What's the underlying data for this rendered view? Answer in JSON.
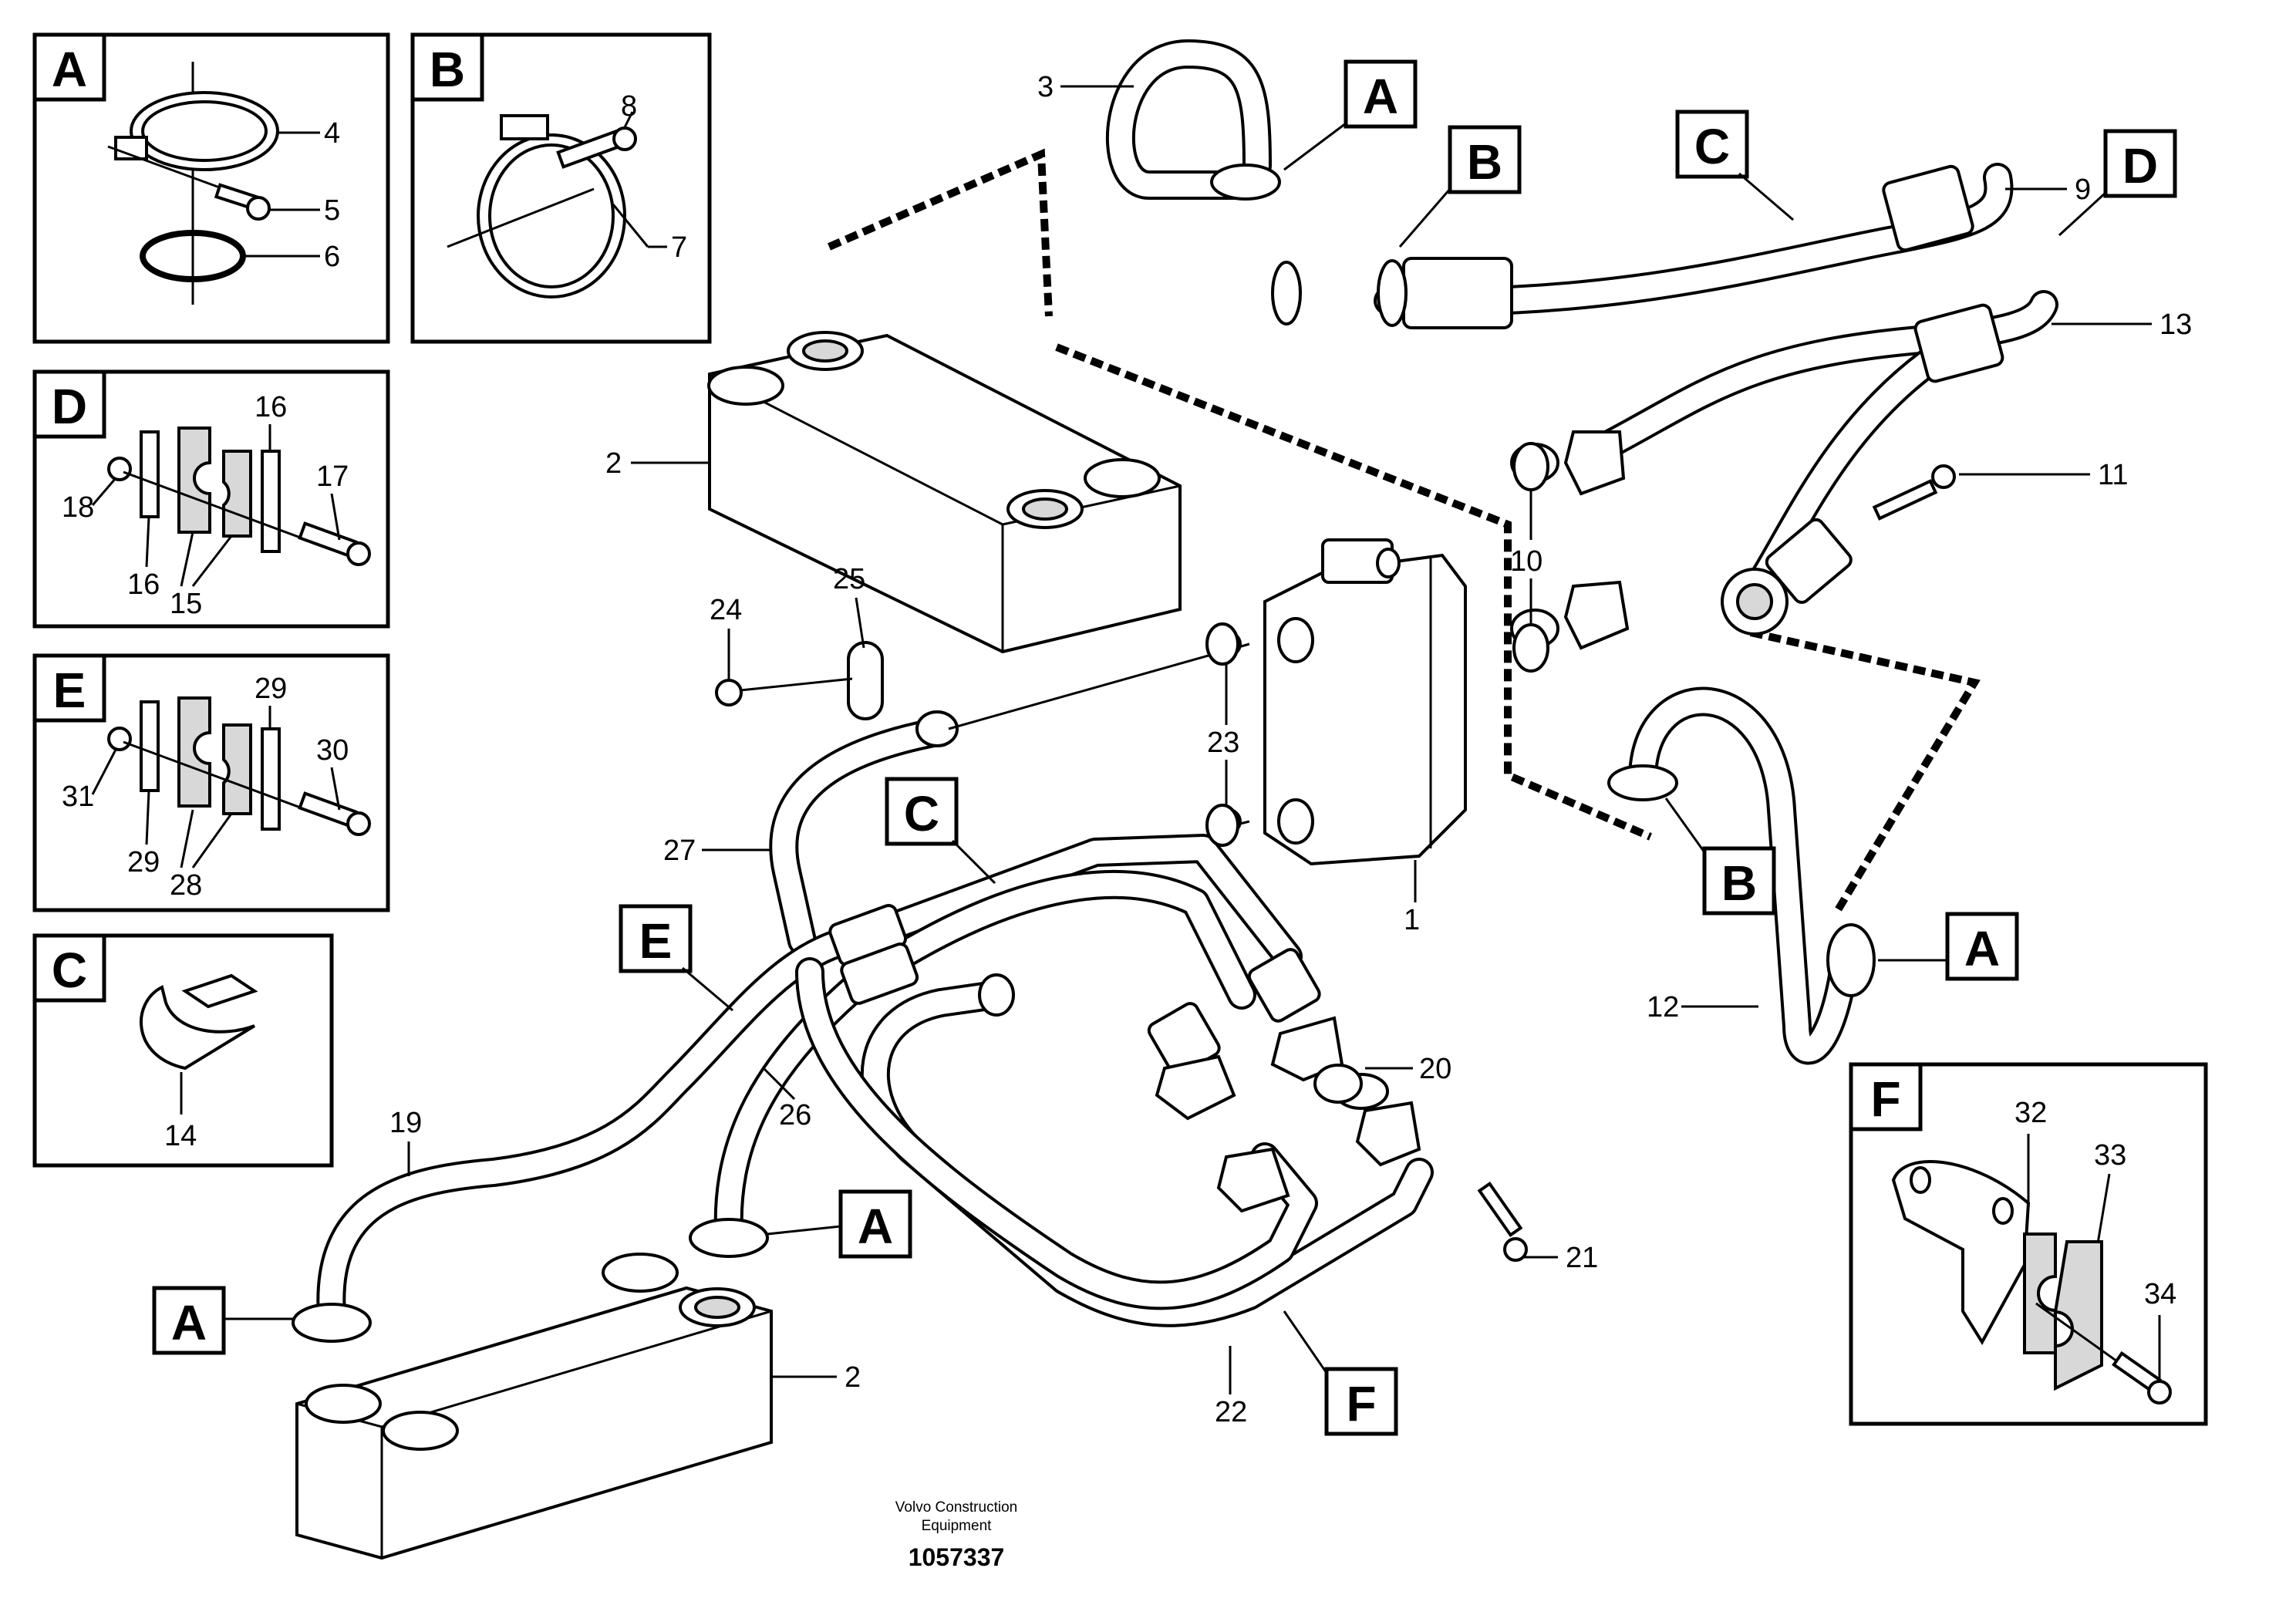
{
  "detail_panels": [
    {
      "key": "A",
      "letter": "A",
      "labels": [
        "4",
        "5",
        "6"
      ]
    },
    {
      "key": "B",
      "letter": "B",
      "labels": [
        "8",
        "7"
      ]
    },
    {
      "key": "D",
      "letter": "D",
      "labels": [
        "16",
        "17",
        "18",
        "16",
        "15"
      ]
    },
    {
      "key": "E",
      "letter": "E",
      "labels": [
        "29",
        "30",
        "31",
        "29",
        "28"
      ]
    },
    {
      "key": "C",
      "letter": "C",
      "labels": [
        "14"
      ]
    },
    {
      "key": "F",
      "letter": "F",
      "labels": [
        "32",
        "33",
        "34"
      ]
    }
  ],
  "callout_letters": {
    "a1": "A",
    "b1": "B",
    "c1": "C",
    "d1": "D",
    "c2": "C",
    "e1": "E",
    "b2": "B",
    "a2": "A",
    "a3": "A",
    "a4": "A",
    "f1": "F"
  },
  "part_labels": {
    "p1": "1",
    "p2a": "2",
    "p2b": "2",
    "p3": "3",
    "p9": "9",
    "p10": "10",
    "p11": "11",
    "p12": "12",
    "p13": "13",
    "p19": "19",
    "p20": "20",
    "p21": "21",
    "p22": "22",
    "p23": "23",
    "p24": "24",
    "p25": "25",
    "p26": "26",
    "p27": "27"
  },
  "footer": {
    "credit_line1": "Volvo Construction",
    "credit_line2": "Equipment",
    "doc_number": "1057337"
  }
}
